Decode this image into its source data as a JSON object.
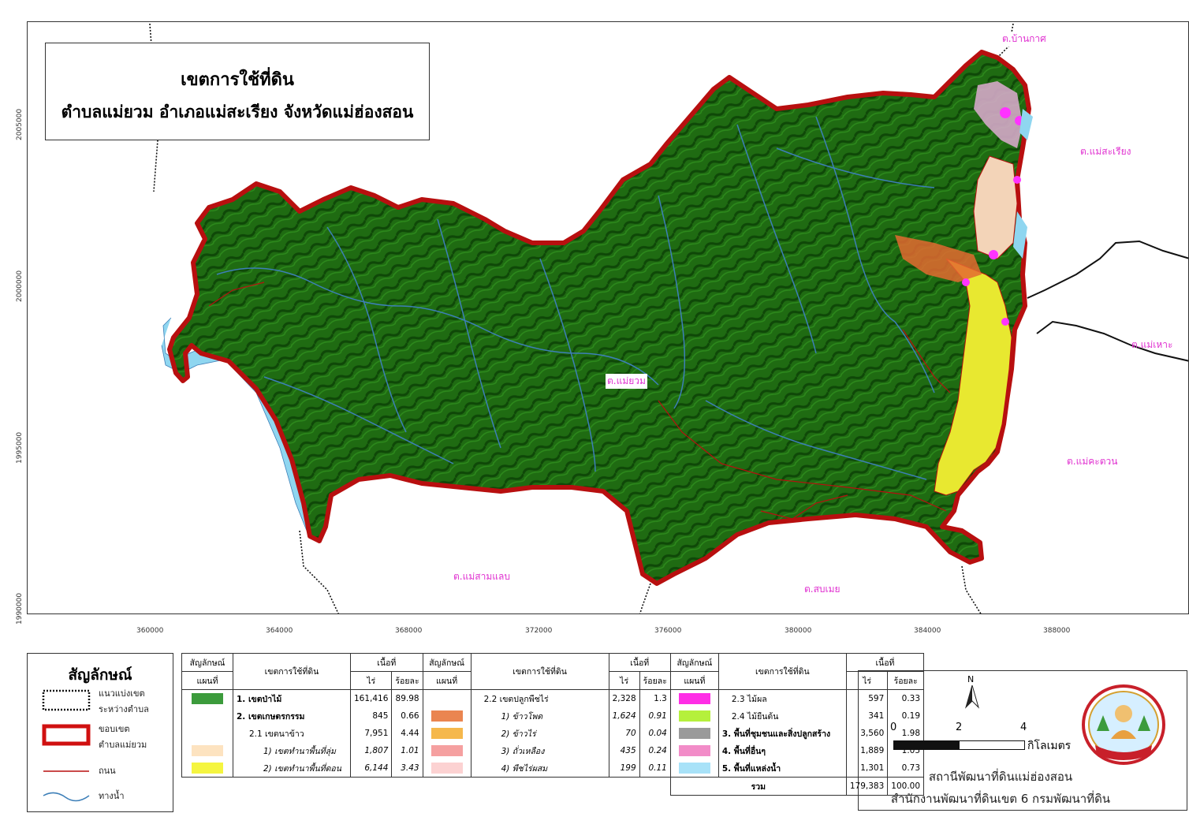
{
  "map": {
    "title_line1": "เขตการใช้ที่ดิน",
    "title_line2": "ตำบลแม่ยวม อำเภอแม่สะเรียง จังหวัดแม่ฮ่องสอน",
    "x_ticks": [
      "360000",
      "364000",
      "368000",
      "372000",
      "376000",
      "380000",
      "384000",
      "388000"
    ],
    "y_ticks": [
      "2005000",
      "2000000",
      "1995000",
      "1990000"
    ],
    "places": {
      "ban_kat": "ต.บ้านกาศ",
      "mae_sariang": "ต.แม่สะเรียง",
      "mae_hor": "ต.แม่เหาะ",
      "mae_yuam": "ต.แม่ยวม",
      "mae_kha_tuan": "ต.แม่คะตวน",
      "mae_sam_laep": "ต.แม่สามแลบ",
      "sop_moei": "ต.สบเมย"
    },
    "colors": {
      "forest": "#1f6b12",
      "forest_dark": "#0f4808",
      "stream": "#3d7fb8",
      "boundary": "#b80f0f",
      "paddy_upland": "#e8e830",
      "water": "#8fd6f0",
      "orchard": "#ff33ff"
    }
  },
  "legend": {
    "title": "สัญลักษณ์",
    "items": [
      {
        "line1": "แนวแบ่งเขต",
        "line2": "ระหว่างตำบล"
      },
      {
        "line1": "ขอบเขต",
        "line2": "ตำบลแม่ยวม"
      },
      {
        "line1": "ถนน",
        "line2": ""
      },
      {
        "line1": "ทางน้ำ",
        "line2": ""
      }
    ]
  },
  "table": {
    "headers": {
      "symbol_a": "สัญลักษณ์",
      "symbol_b": "แผนที่",
      "zone": "เขตการใช้ที่ดิน",
      "area": "เนื้อที่",
      "rai": "ไร่",
      "percent": "ร้อยละ"
    },
    "col1": [
      {
        "label": "1. เขตป่าไม้",
        "rai": "161,416",
        "pct": "89.98",
        "color": "#3c9b3c"
      },
      {
        "label": "2. เขตเกษตรกรรม",
        "rai": "845",
        "pct": "0.66",
        "color": ""
      },
      {
        "label": "2.1 เขตนาข้าว",
        "rai": "7,951",
        "pct": "4.44",
        "color": ""
      },
      {
        "label": "1) เขตทำนาพื้นที่ลุ่ม",
        "rai": "1,807",
        "pct": "1.01",
        "color": "#fde3c0"
      },
      {
        "label": "2) เขตทำนาพื้นที่ดอน",
        "rai": "6,144",
        "pct": "3.43",
        "color": "#f5f540"
      }
    ],
    "col2": [
      {
        "label": "2.2 เขตปลูกพืชไร่",
        "rai": "2,328",
        "pct": "1.3",
        "color": ""
      },
      {
        "label": "1) ข้าวโพด",
        "rai": "1,624",
        "pct": "0.91",
        "color": "#ea8550"
      },
      {
        "label": "2) ข้าวไร่",
        "rai": "70",
        "pct": "0.04",
        "color": "#f5b84c"
      },
      {
        "label": "3) ถั่วเหลือง",
        "rai": "435",
        "pct": "0.24",
        "color": "#f5a0a0"
      },
      {
        "label": "4) พืชไร่ผสม",
        "rai": "199",
        "pct": "0.11",
        "color": "#fcd2d2"
      }
    ],
    "col3": [
      {
        "label": "2.3 ไม้ผล",
        "rai": "597",
        "pct": "0.33",
        "color": "#ff2ee6"
      },
      {
        "label": "2.4 ไม้ยืนต้น",
        "rai": "341",
        "pct": "0.19",
        "color": "#b5f03c"
      },
      {
        "label": "3. พื้นที่ชุมชนและสิ่งปลูกสร้าง",
        "rai": "3,560",
        "pct": "1.98",
        "color": "#9a9a9a"
      },
      {
        "label": "4. พื้นที่อื่นๆ",
        "rai": "1,889",
        "pct": "1.05",
        "color": "#f28cc8"
      },
      {
        "label": "5. พื้นที่แหล่งน้ำ",
        "rai": "1,301",
        "pct": "0.73",
        "color": "#a8e2f8"
      }
    ],
    "total_label": "รวม",
    "total_rai": "179,383",
    "total_pct": "100.00"
  },
  "scale": {
    "north": "N",
    "labels": [
      "0",
      "2",
      "4"
    ],
    "unit": "กิโลเมตร"
  },
  "org": {
    "line1": "สถานีพัฒนาที่ดินแม่ฮ่องสอน",
    "line2": "สำนักงานพัฒนาที่ดินเขต 6 กรมพัฒนาที่ดิน"
  }
}
